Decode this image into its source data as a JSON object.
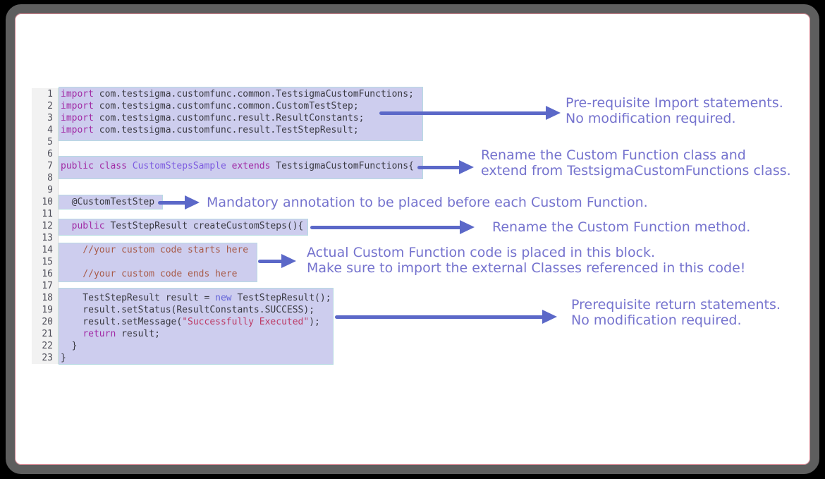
{
  "figure": {
    "type": "annotated-code-sample",
    "language": "java"
  },
  "code": {
    "lines": [
      {
        "n": "1",
        "seg": [
          {
            "c": "kw",
            "t": "import"
          },
          {
            "c": "pl",
            "t": " com.testsigma.customfunc.common.TestsigmaCustomFunctions;"
          }
        ]
      },
      {
        "n": "2",
        "seg": [
          {
            "c": "kw",
            "t": "import"
          },
          {
            "c": "pl",
            "t": " com.testsigma.customfunc.common.CustomTestStep;"
          }
        ]
      },
      {
        "n": "3",
        "seg": [
          {
            "c": "kw",
            "t": "import"
          },
          {
            "c": "pl",
            "t": " com.testsigma.customfunc.result.ResultConstants;"
          }
        ]
      },
      {
        "n": "4",
        "seg": [
          {
            "c": "kw",
            "t": "import"
          },
          {
            "c": "pl",
            "t": " com.testsigma.customfunc.result.TestStepResult;"
          }
        ]
      },
      {
        "n": "5",
        "seg": []
      },
      {
        "n": "6",
        "seg": []
      },
      {
        "n": "7",
        "seg": [
          {
            "c": "kw",
            "t": "public"
          },
          {
            "c": "pl",
            "t": " "
          },
          {
            "c": "kw",
            "t": "class"
          },
          {
            "c": "pl",
            "t": " "
          },
          {
            "c": "cn",
            "t": "CustomStepsSample"
          },
          {
            "c": "pl",
            "t": " "
          },
          {
            "c": "kw",
            "t": "extends"
          },
          {
            "c": "pl",
            "t": " TestsigmaCustomFunctions{"
          }
        ]
      },
      {
        "n": "8",
        "seg": []
      },
      {
        "n": "9",
        "seg": []
      },
      {
        "n": "10",
        "seg": [
          {
            "c": "pl",
            "t": "  @CustomTestStep"
          }
        ]
      },
      {
        "n": "11",
        "seg": []
      },
      {
        "n": "12",
        "seg": [
          {
            "c": "pl",
            "t": "  "
          },
          {
            "c": "kw",
            "t": "public"
          },
          {
            "c": "pl",
            "t": " TestStepResult createCustomSteps(){"
          }
        ]
      },
      {
        "n": "13",
        "seg": []
      },
      {
        "n": "14",
        "seg": [
          {
            "c": "cm",
            "t": "    //your custom code starts here"
          }
        ]
      },
      {
        "n": "15",
        "seg": []
      },
      {
        "n": "16",
        "seg": [
          {
            "c": "cm",
            "t": "    //your custom code ends here"
          }
        ]
      },
      {
        "n": "17",
        "seg": []
      },
      {
        "n": "18",
        "seg": [
          {
            "c": "pl",
            "t": "    TestStepResult result = "
          },
          {
            "c": "nw",
            "t": "new"
          },
          {
            "c": "pl",
            "t": " TestStepResult();"
          }
        ]
      },
      {
        "n": "19",
        "seg": [
          {
            "c": "pl",
            "t": "    result.setStatus(ResultConstants.SUCCESS);"
          }
        ]
      },
      {
        "n": "20",
        "seg": [
          {
            "c": "pl",
            "t": "    result.setMessage("
          },
          {
            "c": "st",
            "t": "\"Successfully Executed\""
          },
          {
            "c": "pl",
            "t": ");"
          }
        ]
      },
      {
        "n": "21",
        "seg": [
          {
            "c": "pl",
            "t": "    "
          },
          {
            "c": "kw",
            "t": "return"
          },
          {
            "c": "pl",
            "t": " result;"
          }
        ]
      },
      {
        "n": "22",
        "seg": [
          {
            "c": "pl",
            "t": "  }"
          }
        ]
      },
      {
        "n": "23",
        "seg": [
          {
            "c": "pl",
            "t": "}"
          }
        ]
      }
    ]
  },
  "callouts": [
    {
      "lines": [
        "Pre-requisite Import statements.",
        "No modification required."
      ]
    },
    {
      "lines": [
        "Rename the Custom Function class and",
        "extend from TestsigmaCustomFunctions class."
      ]
    },
    {
      "lines": [
        "Mandatory annotation to be placed before each Custom Function."
      ]
    },
    {
      "lines": [
        "Rename the Custom Function method."
      ]
    },
    {
      "lines": [
        "Actual Custom Function code is placed in this block.",
        "Make sure to import the external Classes referenced in this code!"
      ]
    },
    {
      "lines": [
        "Prerequisite return statements.",
        "No modification required."
      ]
    }
  ],
  "colors": {
    "outside_bg": "#000000",
    "page_bg": "#ffffff",
    "frame_border": "#5e5e5e",
    "frame_inner_line": "#d4848f",
    "gutter_bg": "#f2f2f2",
    "line_number": "#4f4f5a",
    "code_text": "#3a3a42",
    "keyword": "#a12ba5",
    "type_name": "#7d5ce0",
    "new_keyword": "#6262d8",
    "comment": "#a85b49",
    "string": "#bd3a65",
    "highlight_fill": "#cdcdee",
    "highlight_border": "#b7dbe3",
    "arrow": "#5b68c8",
    "callout_text": "#7573ce"
  }
}
